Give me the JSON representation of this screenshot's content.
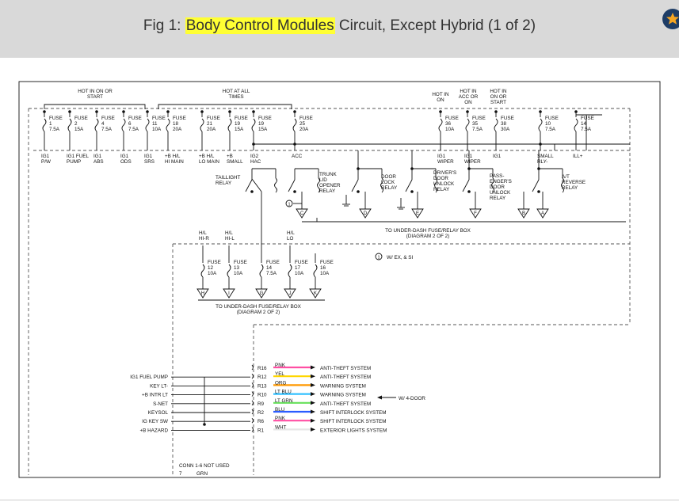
{
  "header": {
    "title_prefix": "Fig 1: ",
    "title_highlight": "Body Control Modules",
    "title_suffix": " Circuit, Except Hybrid (1 of 2)",
    "highlight_color": "#ffff33",
    "bar_color": "#d9d9d9",
    "badge_icon": "star-icon"
  },
  "diagram": {
    "hot_in_on_or_start": [
      "HOT IN ON OR",
      "START"
    ],
    "hot_at_all_times": [
      "HOT AT ALL",
      "TIMES"
    ],
    "hot_in_on": [
      "HOT IN",
      "ON"
    ],
    "hot_in_acc_or_on": [
      "HOT IN",
      "ACC OR",
      "ON"
    ],
    "hot_in_on_or_start_2": [
      "HOT IN",
      "ON OR",
      "START"
    ],
    "fuses_top": [
      {
        "name": "FUSE",
        "num": "1",
        "amp": "7.5A"
      },
      {
        "name": "FUSE",
        "num": "2",
        "amp": "15A"
      },
      {
        "name": "FUSE",
        "num": "4",
        "amp": "7.5A"
      },
      {
        "name": "FUSE",
        "num": "6",
        "amp": "7.5A"
      },
      {
        "name": "FUSE",
        "num": "11",
        "amp": "10A"
      },
      {
        "name": "FUSE",
        "num": "18",
        "amp": "20A"
      },
      {
        "name": "FUSE",
        "num": "21",
        "amp": "20A"
      },
      {
        "name": "FUSE",
        "num": "19",
        "amp": "15A"
      },
      {
        "name": "FUSE",
        "num": "19",
        "amp": "15A"
      },
      {
        "name": "FUSE",
        "num": "25",
        "amp": "20A"
      },
      {
        "name": "FUSE",
        "num": "36",
        "amp": "10A"
      },
      {
        "name": "FUSE",
        "num": "35",
        "amp": "7.5A"
      },
      {
        "name": "FUSE",
        "num": "38",
        "amp": "30A"
      },
      {
        "name": "FUSE",
        "num": "10",
        "amp": "7.5A"
      },
      {
        "name": "FUSE",
        "num": "14",
        "amp": "7.5A"
      }
    ],
    "terminals": [
      [
        "IG1",
        "P/W"
      ],
      [
        "IG1 FUEL",
        "PUMP"
      ],
      [
        "IG1",
        "ABS"
      ],
      [
        "IG1",
        "ODS"
      ],
      [
        "IG1",
        "SRS"
      ],
      [
        "+B H/L",
        "HI MAIN"
      ],
      [
        "+B H/L",
        "LO MAIN"
      ],
      [
        "+B",
        "SMALL"
      ],
      [
        "IG2",
        "HAC"
      ],
      [
        "ACC",
        ""
      ],
      [
        "IG1",
        "WIPER"
      ],
      [
        "IG1",
        "WIPER"
      ],
      [
        "IG1",
        ""
      ],
      [
        "SMALL",
        "RLY-"
      ],
      [
        "ILL+",
        ""
      ]
    ],
    "relays": {
      "taillight": [
        "TAILLIGHT",
        "RELAY"
      ],
      "trunk": [
        "TRUNK",
        "LID",
        "OPENER",
        "RELAY"
      ],
      "door_lock": [
        "DOOR",
        "LOCK",
        "RELAY"
      ],
      "drivers_door": [
        "DRIVER'S",
        "DOOR",
        "UNLOCK",
        "RELAY"
      ],
      "passengers_door": [
        "PASS-",
        "ENGER'S",
        "DOOR",
        "UNLOCK",
        "RELAY"
      ],
      "at_reverse": [
        "A/T",
        "REVERSE",
        "RELAY"
      ]
    },
    "connector_letters_top": [
      "C",
      "D",
      "E",
      "F",
      "B",
      "A"
    ],
    "note_marker": "1",
    "to_under_dash_1": [
      "TO UNDER-DASH FUSE/RELAY BOX",
      "(DIAGRAM 2 OF 2)"
    ],
    "note_text": "W/ EX, & SI",
    "hl_labels": [
      [
        "H/L",
        "HI-R"
      ],
      [
        "H/L",
        "HI-L"
      ],
      [
        "H/L",
        "LO"
      ]
    ],
    "fuses_lower": [
      {
        "name": "FUSE",
        "num": "12",
        "amp": "10A"
      },
      {
        "name": "FUSE",
        "num": "13",
        "amp": "10A"
      },
      {
        "name": "FUSE",
        "num": "14",
        "amp": "7.5A"
      },
      {
        "name": "FUSE",
        "num": "17",
        "amp": "10A"
      },
      {
        "name": "FUSE",
        "num": "16",
        "amp": "10A"
      }
    ],
    "connector_letters_lower": [
      "H",
      "I",
      "G",
      "J",
      "K"
    ],
    "to_under_dash_2": [
      "TO UNDER-DASH FUSE/RELAY BOX",
      "(DIAGRAM 2 OF 2)"
    ],
    "left_inputs": [
      "IG1 FUEL PUMP",
      "KEY LT-",
      "+B INTR LT",
      "S-NET",
      "KEYSOL",
      "IG KEY SW",
      "+B HAZARD"
    ],
    "pins": [
      {
        "pin": "R16",
        "color": "PNK",
        "dest": "ANTI-THEFT SYSTEM",
        "hex": "#ff4fa3"
      },
      {
        "pin": "R12",
        "color": "YEL",
        "dest": "ANTI-THEFT SYSTEM",
        "hex": "#ffd700"
      },
      {
        "pin": "R13",
        "color": "ORG",
        "dest": "WARNING SYSTEM",
        "hex": "#ff9900"
      },
      {
        "pin": "R10",
        "color": "LT BLU",
        "dest": "WARNING SYSTEM",
        "hex": "#33c1ff"
      },
      {
        "pin": "R9",
        "color": "LT GRN",
        "dest": "ANTI-THEFT SYSTEM",
        "hex": "#66e05a"
      },
      {
        "pin": "R2",
        "color": "BLU",
        "dest": "SHIFT INTERLOCK SYSTEM",
        "hex": "#2a5cff"
      },
      {
        "pin": "R6",
        "color": "PNK",
        "dest": "SHIFT INTERLOCK SYSTEM",
        "hex": "#ff4fa3"
      },
      {
        "pin": "R1",
        "color": "WHT",
        "dest": "EXTERIOR LIGHTS SYSTEM",
        "hex": "#e6e6e6"
      }
    ],
    "w4door": "W/ 4-DOOR",
    "conn_note": "CONN 1-6 NOT USED",
    "last_pin": "7",
    "last_color": "GRN"
  }
}
